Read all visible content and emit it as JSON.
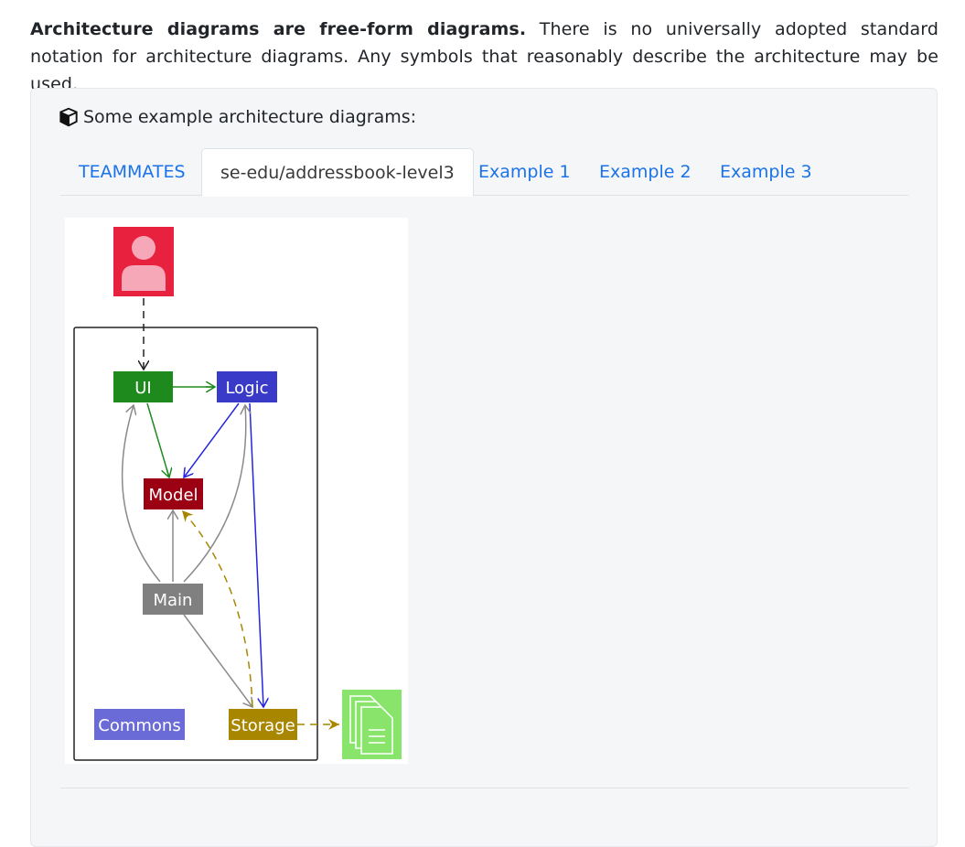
{
  "intro": {
    "bold": "Architecture diagrams are free-form diagrams.",
    "rest": " There is no universally adopted standard notation for architecture diagrams. Any symbols that reasonably describe the architecture may be used."
  },
  "card": {
    "title": "Some example architecture diagrams:",
    "icon": "box-icon"
  },
  "tabs": [
    {
      "label": "TEAMMATES",
      "active": false
    },
    {
      "label": "se-edu/addressbook-level3",
      "active": true
    },
    {
      "label": "Example 1",
      "active": false
    },
    {
      "label": "Example 2",
      "active": false
    },
    {
      "label": "Example 3",
      "active": false
    }
  ],
  "diagram": {
    "nodes": {
      "ui": "UI",
      "logic": "Logic",
      "model": "Model",
      "main": "Main",
      "commons": "Commons",
      "storage": "Storage"
    },
    "colors": {
      "ui": "#1e8a1e",
      "logic": "#3a3ac8",
      "model": "#9b0013",
      "main": "#808080",
      "commons": "#6b6bd8",
      "storage": "#a88600",
      "user": "#e8223e",
      "file": "#88e46a"
    },
    "icons": [
      "user-icon",
      "file-icon"
    ]
  }
}
